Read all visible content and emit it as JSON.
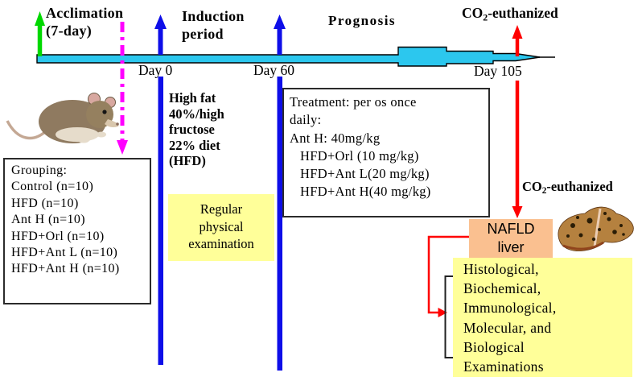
{
  "figure": {
    "phases": {
      "acclimation": "Acclimation\n(7-day)",
      "induction": "Induction\nperiod",
      "prognosis": "Prognosis"
    },
    "euthanized_top": {
      "prefix": "CO",
      "sub": "2",
      "suffix": "-euthanized"
    },
    "euthanized_mid": {
      "prefix": "CO",
      "sub": "2",
      "suffix": "-euthanized"
    },
    "days": {
      "day0": "Day 0",
      "day60": "Day 60",
      "day105": "Day 105"
    },
    "diet": "High fat\n40%/high\nfructose\n22% diet\n(HFD)",
    "grouping": {
      "title": "Grouping:",
      "items": [
        "Control (n=10)",
        "HFD (n=10)",
        "Ant H (n=10)",
        "HFD+Orl (n=10)",
        "HFD+Ant L (n=10)",
        "HFD+Ant H (n=10)"
      ]
    },
    "regular_exam": "Regular\nphysical\nexamination",
    "treatment": {
      "lines": [
        "Treatment: per os once",
        "daily:",
        "Ant H: 40mg/kg",
        "HFD+Orl (10 mg/kg)",
        "HFD+Ant L(20 mg/kg)",
        "HFD+Ant H(40 mg/kg)"
      ]
    },
    "nafld": "NAFLD\nliver",
    "examinations": {
      "lines": [
        "Histological,",
        "Biochemical,",
        "Immunological,",
        "Molecular, and",
        "Biological",
        "Examinations"
      ]
    }
  },
  "colors": {
    "timeline_cyan": "#2CC7EE",
    "blue": "#0E0EE8",
    "green": "#00D800",
    "magenta": "#FF00FF",
    "red": "#FF0000",
    "pale_yellow": "#FFFF99",
    "peach": "#FAC090",
    "outline": "#000000",
    "mouse_fur": "#8F7A60",
    "mouse_ear": "#D8A8A0",
    "liver_base": "#B5813F",
    "liver_spot": "#2A1D06"
  }
}
